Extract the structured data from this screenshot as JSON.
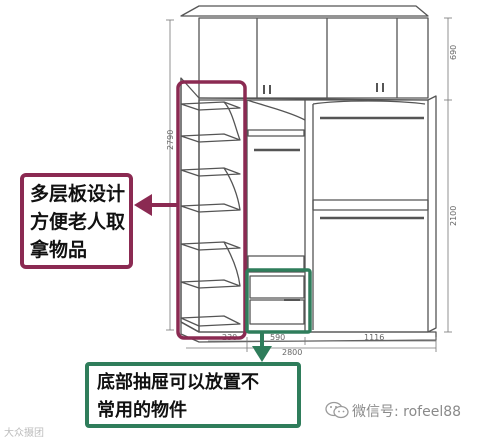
{
  "callouts": {
    "left": [
      "多层板设计",
      "方便老人取",
      "拿物品"
    ],
    "bottom": [
      "底部抽屉可以放置不",
      "常用的物件"
    ]
  },
  "dimensions": {
    "height_total": "2790",
    "height_top": "690",
    "height_lower": "2100",
    "width_side": "230",
    "width_mid": "590",
    "width_right": "1116",
    "width_total": "2800"
  },
  "watermarks": {
    "left": "大众摄团",
    "right": "微信号: rofeel88"
  },
  "colors": {
    "callout_left_border": "#8b2a52",
    "callout_bottom_border": "#2f7d5b",
    "line_art": "#555555"
  },
  "icons": {
    "watermark": "wechat-icon"
  }
}
